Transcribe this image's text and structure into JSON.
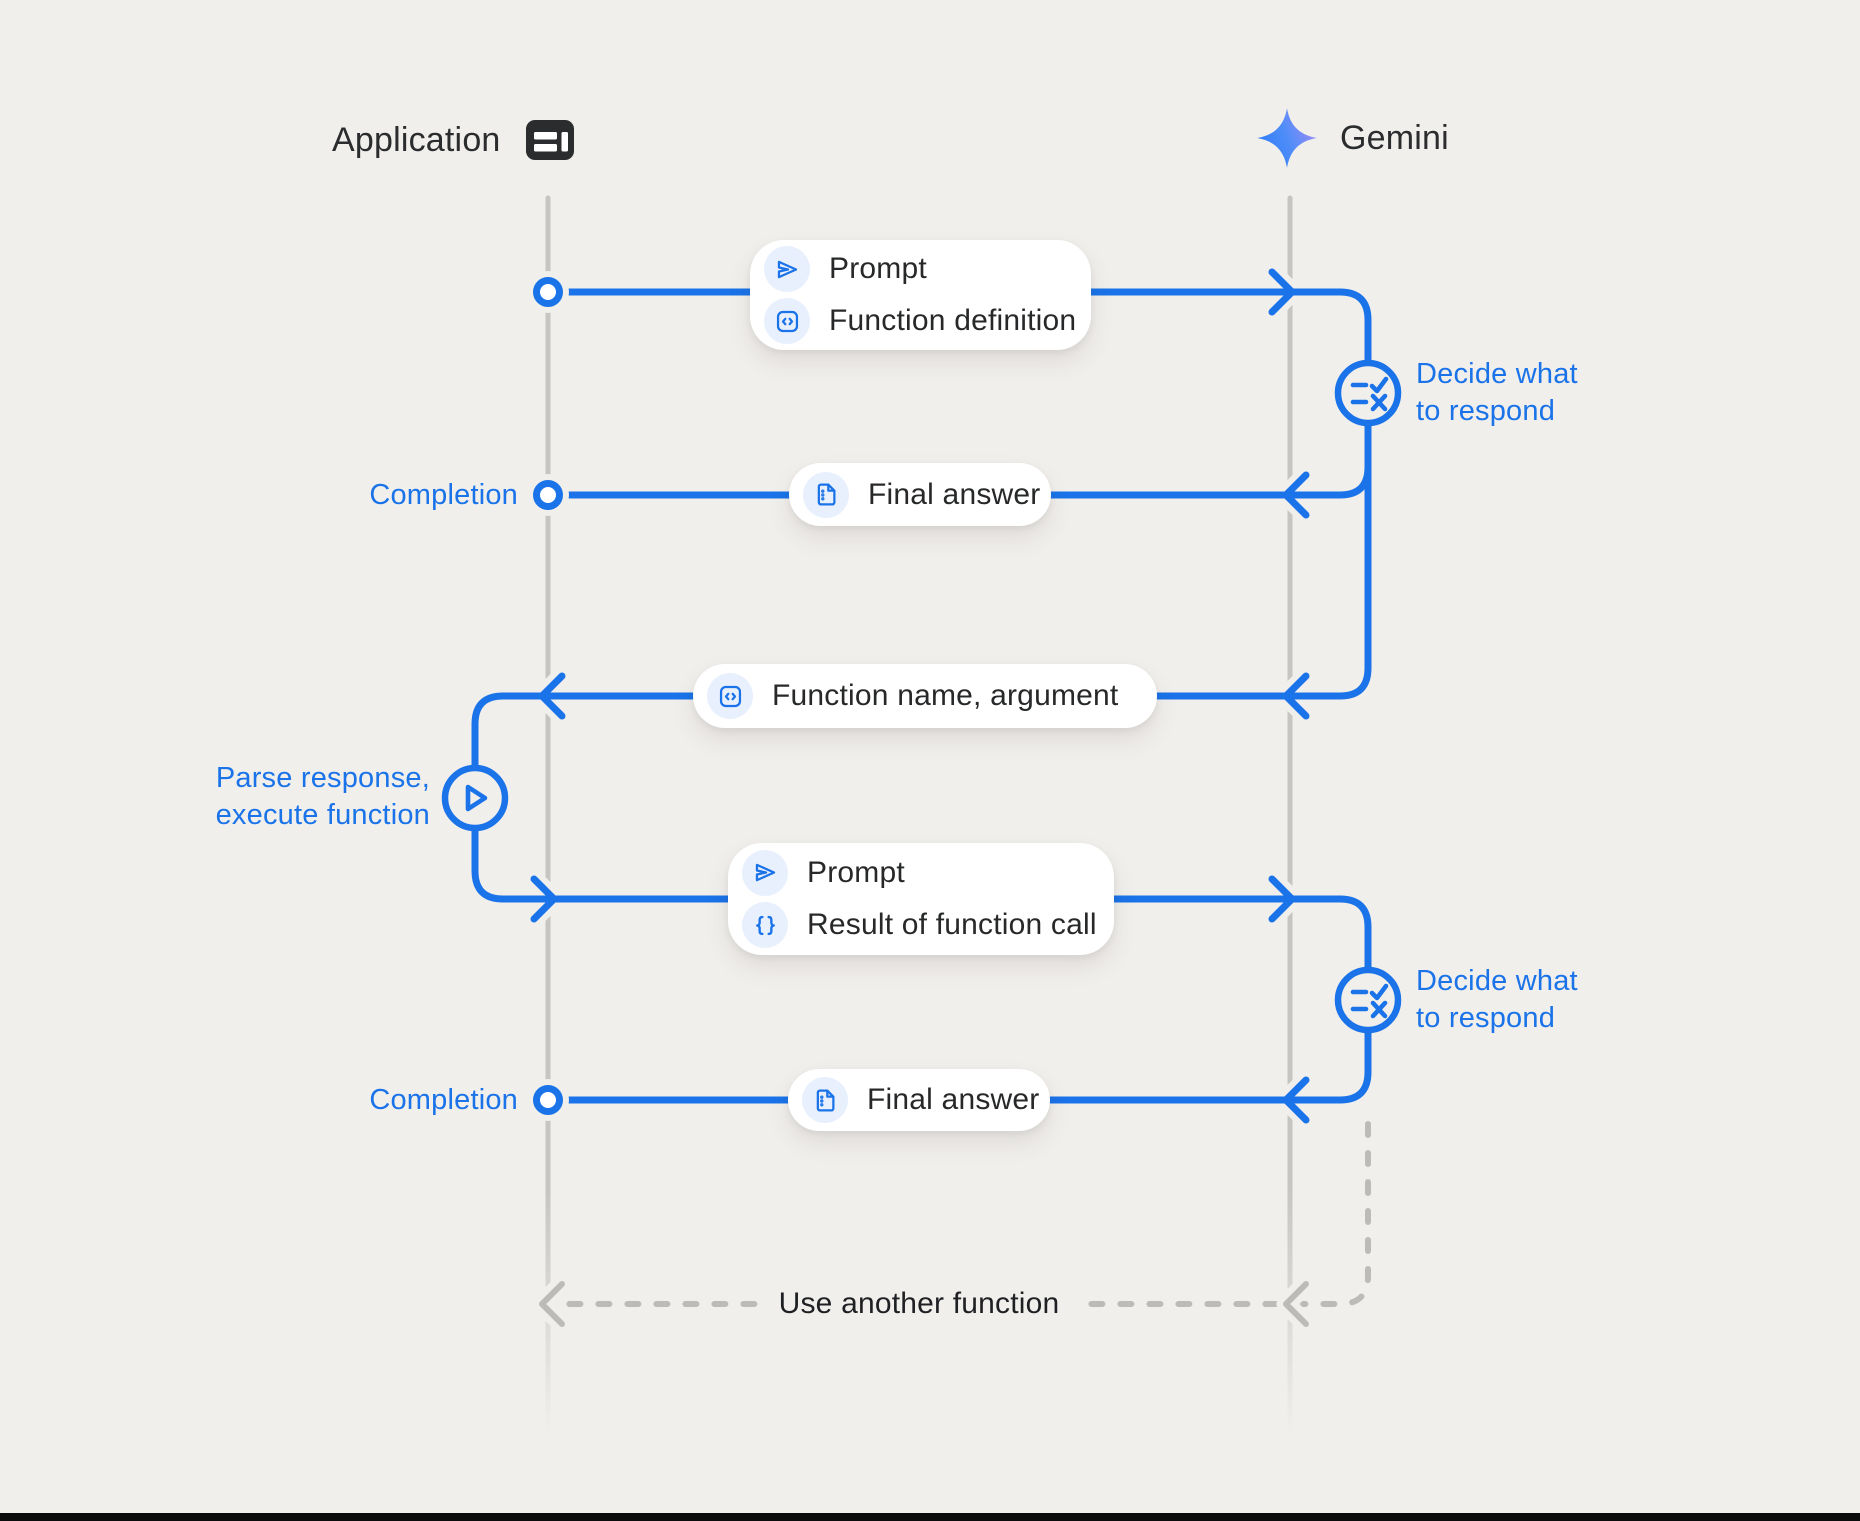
{
  "actors": {
    "application": {
      "label": "Application",
      "icon": "app-window-icon"
    },
    "gemini": {
      "label": "Gemini",
      "icon": "gemini-star-icon"
    }
  },
  "pills": {
    "prompt_function": {
      "rows": [
        {
          "icon": "send-icon",
          "label": "Prompt"
        },
        {
          "icon": "code-box-icon",
          "label": "Function definition"
        }
      ]
    },
    "final_answer_1": {
      "rows": [
        {
          "icon": "document-icon",
          "label": "Final answer"
        }
      ]
    },
    "function_name": {
      "rows": [
        {
          "icon": "code-box-icon",
          "label": "Function name, argument"
        }
      ]
    },
    "prompt_result": {
      "rows": [
        {
          "icon": "send-icon",
          "label": "Prompt"
        },
        {
          "icon": "braces-icon",
          "label": "Result of function call"
        }
      ]
    },
    "final_answer_2": {
      "rows": [
        {
          "icon": "document-icon",
          "label": "Final answer"
        }
      ]
    }
  },
  "labels": {
    "completion_1": "Completion",
    "completion_2": "Completion",
    "decide_1": {
      "line1": "Decide what",
      "line2": "to respond",
      "icon": "rule-icon"
    },
    "decide_2": {
      "line1": "Decide what",
      "line2": "to respond",
      "icon": "rule-icon"
    },
    "parse": {
      "line1": "Parse response,",
      "line2": "execute function",
      "icon": "play-icon"
    },
    "use_another_function": "Use another function"
  },
  "colors": {
    "accent_blue": "#1A73E8",
    "icon_chip_bg": "#E8F0FE",
    "lifeline_gray": "#C7C5C2",
    "dashed_gray": "#BDBBB8",
    "background": "#F1EFEC",
    "pill_bg": "#FFFFFF",
    "text_dark": "#202124",
    "bottom_bar": "#0B0B0B",
    "star_gradient_start": "#2E7CF6",
    "star_gradient_end": "#A18CF9"
  }
}
